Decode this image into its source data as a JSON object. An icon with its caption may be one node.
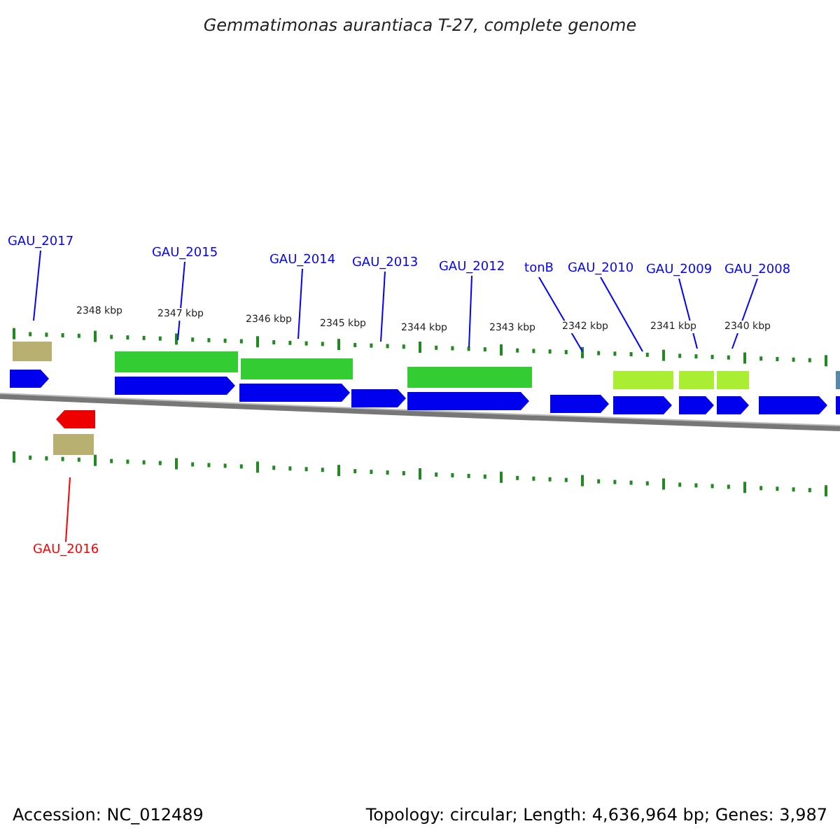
{
  "diagram": {
    "title": "Gemmatimonas aurantiaca T-27, complete genome",
    "nodes": [
      {
        "text": [
          "GAU_2017"
        ]
      },
      {
        "text": [
          "GAU_2015"
        ]
      },
      {
        "text": [
          "GAU_2014"
        ]
      },
      {
        "text": [
          "GAU_2013"
        ]
      },
      {
        "text": [
          "GAU_2012"
        ]
      },
      {
        "text": [
          "tonB"
        ]
      },
      {
        "text": [
          "GAU_2010"
        ]
      },
      {
        "text": [
          "GAU_2009"
        ]
      },
      {
        "text": [
          "GAU_2008"
        ]
      },
      {
        "text": [
          "GAU_2016"
        ]
      }
    ],
    "edges": [
      {
        "from": 0,
        "to": null,
        "arrow": "none"
      },
      {
        "from": 1,
        "to": null,
        "arrow": "none"
      },
      {
        "from": 2,
        "to": null,
        "arrow": "none"
      },
      {
        "from": 3,
        "to": null,
        "arrow": "none"
      },
      {
        "from": 4,
        "to": null,
        "arrow": "none"
      },
      {
        "from": 5,
        "to": null,
        "arrow": "none"
      },
      {
        "from": 6,
        "to": null,
        "arrow": "none"
      },
      {
        "from": 7,
        "to": null,
        "arrow": "none"
      },
      {
        "from": 8,
        "to": null,
        "arrow": "none"
      },
      {
        "from": 9,
        "to": null,
        "arrow": "none",
        "color": "#ff0000"
      }
    ],
    "labels": [
      "2348 kbp",
      "2347 kbp",
      "2346 kbp",
      "2345 kbp",
      "2344 kbp",
      "2343 kbp",
      "2342 kbp",
      "2341 kbp",
      "2340 kbp",
      "Accession: NC_012489",
      "Topology: circular; Length: 4,636,964 bp; Genes: 3,987"
    ]
  }
}
